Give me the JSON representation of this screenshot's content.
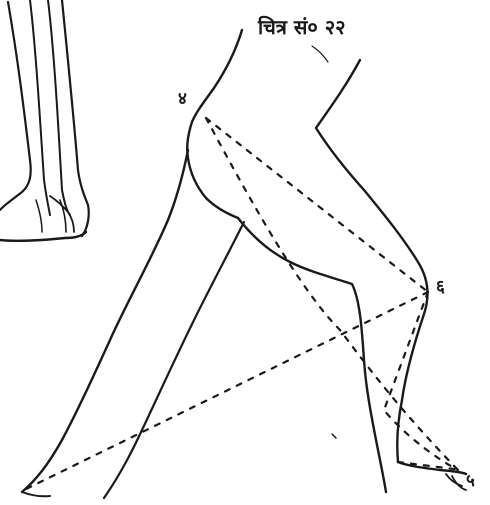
{
  "caption": "चित्र सं० २२",
  "points": {
    "hip": "४",
    "knee": "६",
    "foot": "५"
  },
  "ink_color": "#1a1a1a",
  "background": "#ffffff"
}
